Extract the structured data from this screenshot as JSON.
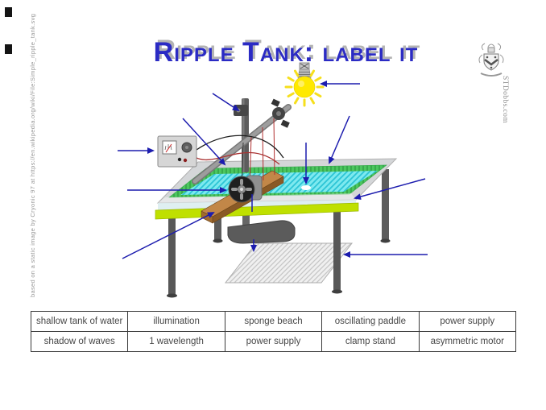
{
  "page_title": "Ripple Tank: label it",
  "attribution": "based on a static image by Cryonic 97 at https://en.wikipedia.org/wiki/File:Simple_ripple_tank.svg",
  "branding": {
    "site_text": "STDobbs.com",
    "logo": "school-crest"
  },
  "word_bank": {
    "rows": [
      {
        "cells": [
          "shallow tank of water",
          "illumination",
          "sponge beach",
          "oscillating paddle",
          "power supply"
        ]
      },
      {
        "cells": [
          "shadow of waves",
          "1 wavelength",
          "power supply",
          "clamp stand",
          "asymmetric motor"
        ]
      }
    ]
  },
  "diagram": {
    "label_line_count": 11,
    "component_icons": [
      "light-bulb-icon",
      "clamp-stand-icon",
      "power-supply-icon",
      "glass-tank-icon",
      "water-ripples-icon",
      "sponge-beach-rim-icon",
      "wooden-paddle-icon",
      "asymmetric-motor-icon",
      "table-legs-icon",
      "shadow-of-waves-icon",
      "wave-splash-icon"
    ]
  },
  "colors": {
    "title_blue": "#2b2bc4",
    "arrow_blue": "#1c1cae",
    "water_cyan": "#7de9ef",
    "wave_stripe": "#2cc4d6",
    "beach_green": "#4bc65e",
    "table_edge_chartreuse": "#bfe000",
    "bulb_yellow": "#ffe900",
    "wood_brown": "#c28748",
    "metal_grey": "#5d5d5d"
  }
}
